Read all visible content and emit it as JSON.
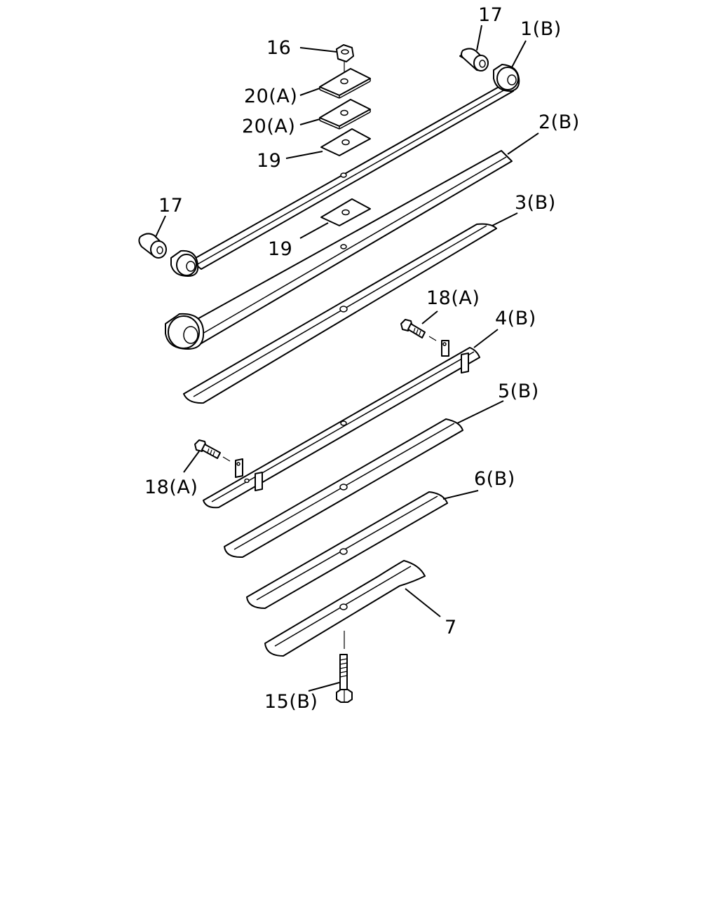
{
  "diagram": {
    "callouts": {
      "c1": "1(B)",
      "c2": "2(B)",
      "c3": "3(B)",
      "c4": "4(B)",
      "c5": "5(B)",
      "c6": "6(B)",
      "c7": "7",
      "c15": "15(B)",
      "c16": "16",
      "c17a": "17",
      "c17b": "17",
      "c18a": "18(A)",
      "c18b": "18(A)",
      "c19a": "19",
      "c19b": "19",
      "c20a": "20(A)",
      "c20b": "20(A)"
    }
  }
}
